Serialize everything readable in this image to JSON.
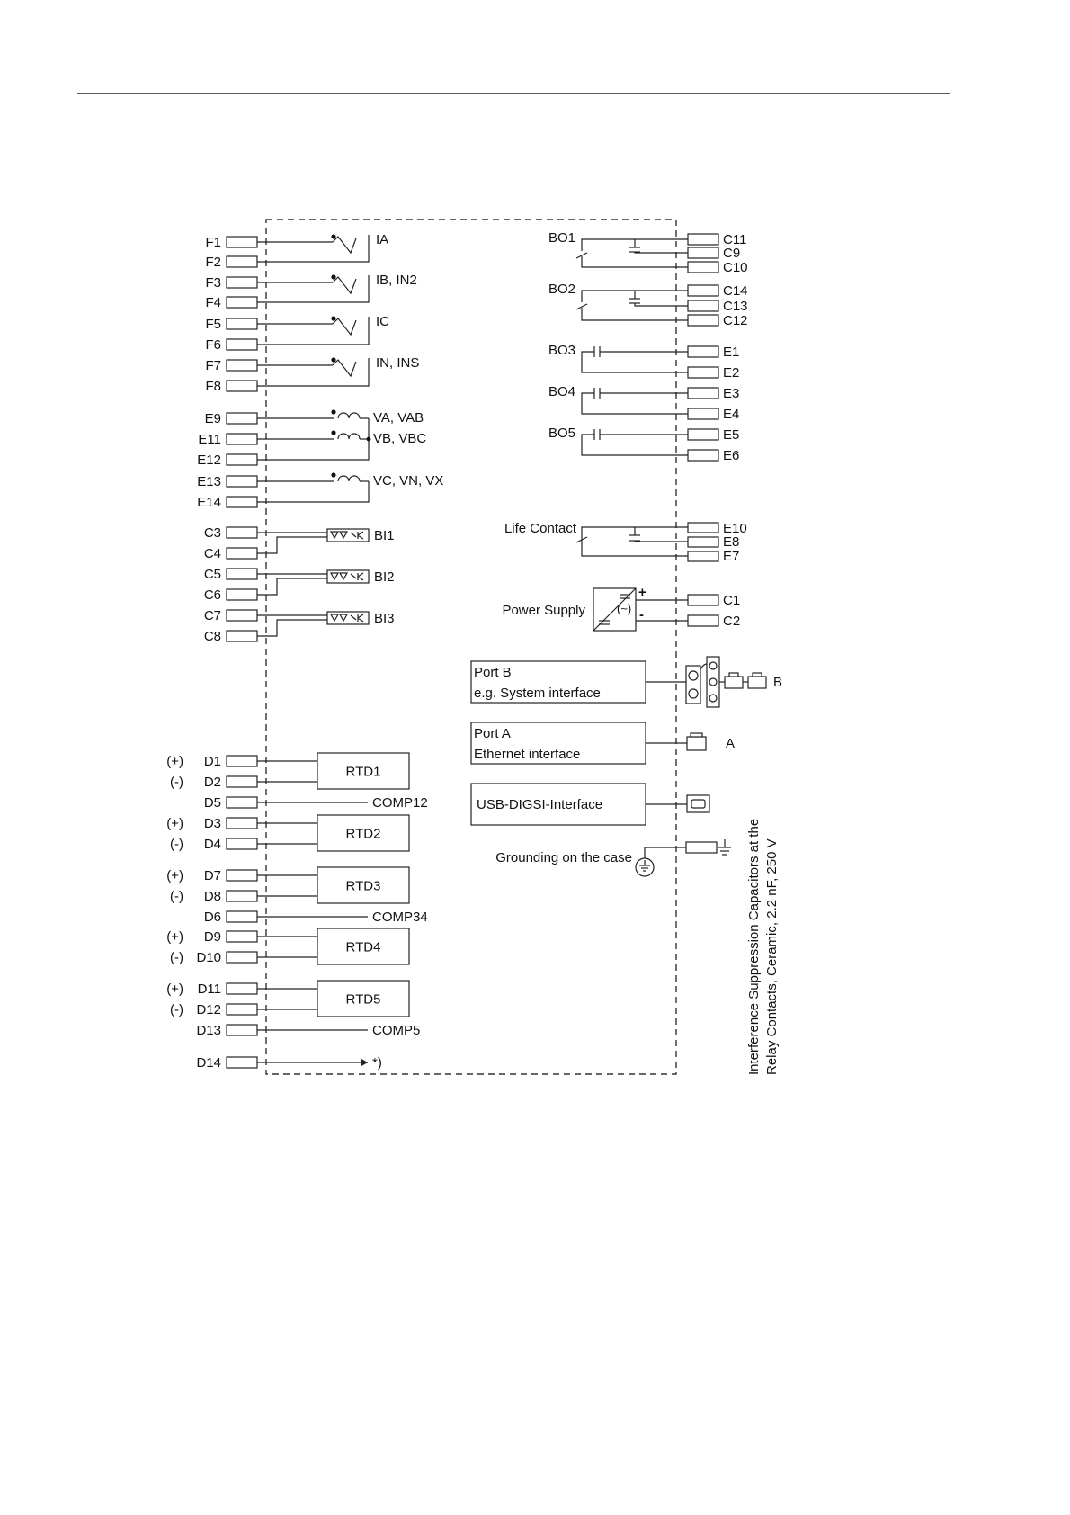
{
  "left_terminals": [
    {
      "id": "F1",
      "pol": ""
    },
    {
      "id": "F2",
      "pol": ""
    },
    {
      "id": "F3",
      "pol": ""
    },
    {
      "id": "F4",
      "pol": ""
    },
    {
      "id": "F5",
      "pol": ""
    },
    {
      "id": "F6",
      "pol": ""
    },
    {
      "id": "F7",
      "pol": ""
    },
    {
      "id": "F8",
      "pol": ""
    },
    {
      "id": "E9",
      "pol": ""
    },
    {
      "id": "E11",
      "pol": ""
    },
    {
      "id": "E12",
      "pol": ""
    },
    {
      "id": "E13",
      "pol": ""
    },
    {
      "id": "E14",
      "pol": ""
    },
    {
      "id": "C3",
      "pol": ""
    },
    {
      "id": "C4",
      "pol": ""
    },
    {
      "id": "C5",
      "pol": ""
    },
    {
      "id": "C6",
      "pol": ""
    },
    {
      "id": "C7",
      "pol": ""
    },
    {
      "id": "C8",
      "pol": ""
    },
    {
      "id": "D1",
      "pol": "(+)"
    },
    {
      "id": "D2",
      "pol": "(-)"
    },
    {
      "id": "D5",
      "pol": ""
    },
    {
      "id": "D3",
      "pol": "(+)"
    },
    {
      "id": "D4",
      "pol": "(-)"
    },
    {
      "id": "D7",
      "pol": "(+)"
    },
    {
      "id": "D8",
      "pol": "(-)"
    },
    {
      "id": "D6",
      "pol": ""
    },
    {
      "id": "D9",
      "pol": "(+)"
    },
    {
      "id": "D10",
      "pol": "(-)"
    },
    {
      "id": "D11",
      "pol": "(+)"
    },
    {
      "id": "D12",
      "pol": "(-)"
    },
    {
      "id": "D13",
      "pol": ""
    },
    {
      "id": "D14",
      "pol": ""
    }
  ],
  "current_inputs": [
    "IA",
    "IB, IN2",
    "IC",
    "IN, INS"
  ],
  "voltage_inputs": [
    "VA, VAB",
    "VB, VBC",
    "VC, VN, VX"
  ],
  "binary_inputs": [
    "BI1",
    "BI2",
    "BI3"
  ],
  "rtd_blocks": [
    "RTD1",
    "RTD2",
    "RTD3",
    "RTD4",
    "RTD5"
  ],
  "comp_labels": [
    "COMP12",
    "COMP34",
    "COMP5",
    "*)"
  ],
  "binary_outputs": [
    {
      "name": "BO1",
      "terminals": [
        "C11",
        "C9",
        "C10"
      ]
    },
    {
      "name": "BO2",
      "terminals": [
        "C14",
        "C13",
        "C12"
      ]
    },
    {
      "name": "BO3",
      "terminals": [
        "E1",
        "E2"
      ]
    },
    {
      "name": "BO4",
      "terminals": [
        "E3",
        "E4"
      ]
    },
    {
      "name": "BO5",
      "terminals": [
        "E5",
        "E6"
      ]
    }
  ],
  "life_contact": {
    "label": "Life Contact",
    "terminals": [
      "E10",
      "E8",
      "E7"
    ]
  },
  "power_supply": {
    "label": "Power Supply",
    "plus": "+",
    "minus": "-",
    "terminals": [
      "C1",
      "C2"
    ]
  },
  "port_b": {
    "line1": "Port B",
    "line2": "e.g. System interface",
    "tag": "B"
  },
  "port_a": {
    "line1": "Port A",
    "line2": "Ethernet interface",
    "tag": "A"
  },
  "usb": {
    "label": "USB-DIGSI-Interface"
  },
  "grounding": {
    "label": "Grounding on the case"
  },
  "side_note": {
    "line1": "Interference Suppression Capacitors at the",
    "line2": "Relay Contacts, Ceramic, 2.2 nF, 250 V"
  }
}
